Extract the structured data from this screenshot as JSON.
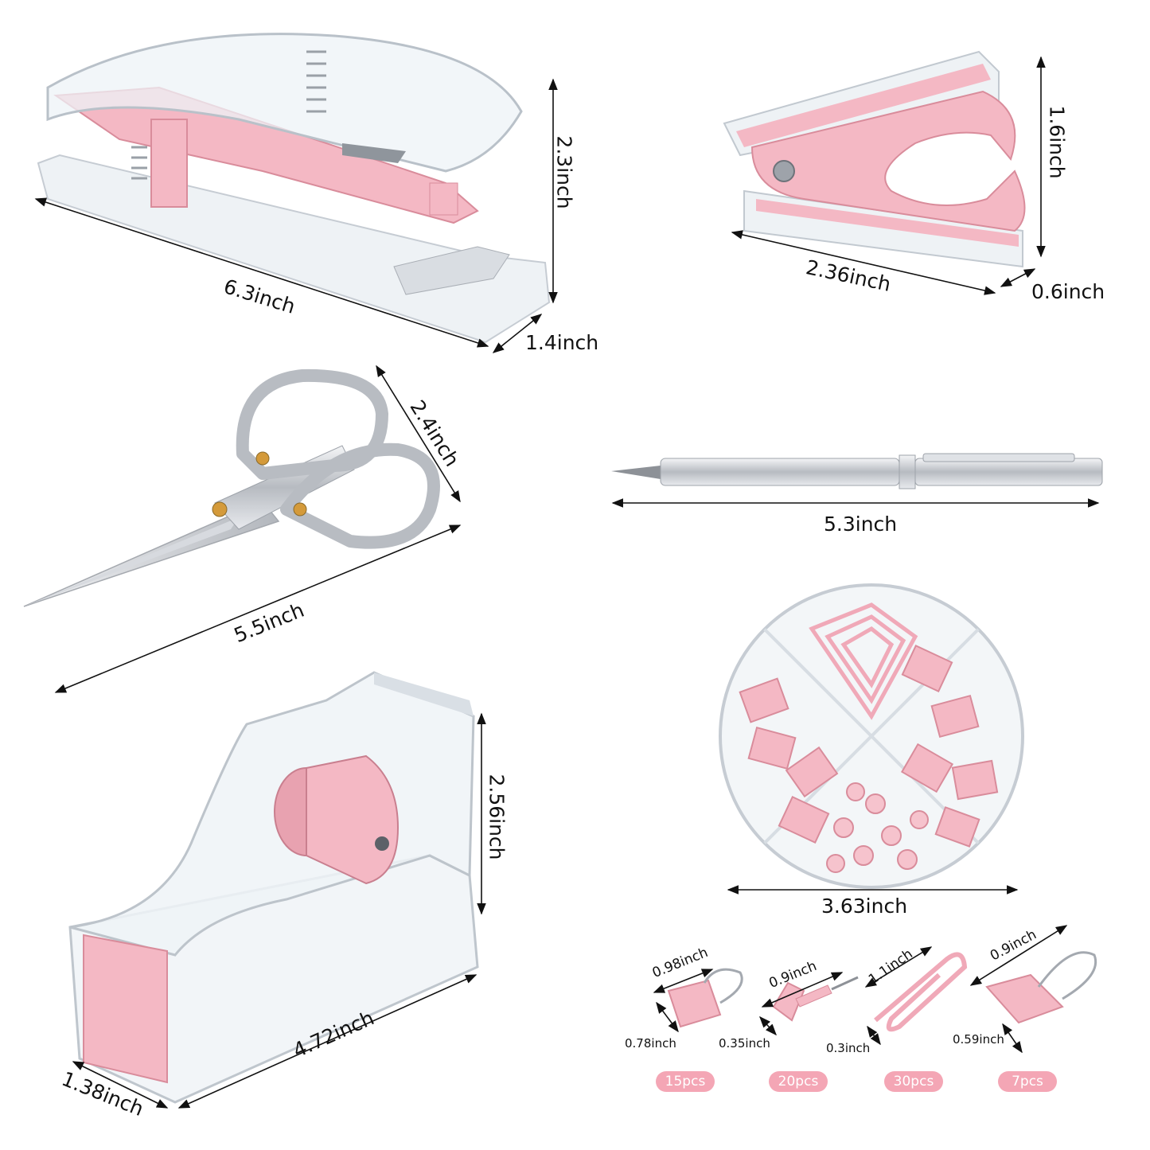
{
  "colors": {
    "pink": "#f4b8c4",
    "pink_dark": "#e89aa9",
    "acrylic": "#dfe6ec",
    "silver": "#c9ccd1",
    "badge": "#f4a6b5"
  },
  "items": {
    "stapler": {
      "length": "6.3inch",
      "height": "2.3inch",
      "depth": "1.4inch"
    },
    "staple_remover": {
      "length": "2.36inch",
      "height": "1.6inch",
      "depth": "0.6inch"
    },
    "scissors": {
      "length": "5.5inch",
      "width": "2.4inch"
    },
    "pen": {
      "length": "5.3inch"
    },
    "tape_dispenser": {
      "length": "4.72inch",
      "height": "2.56inch",
      "depth": "1.38inch"
    },
    "organizer": {
      "diameter": "3.63inch"
    },
    "binder_clip_large": {
      "width": "0.98inch",
      "height": "0.78inch",
      "count": "15pcs"
    },
    "push_pin": {
      "length": "0.9inch",
      "head": "0.35inch",
      "count": "20pcs"
    },
    "paper_clip": {
      "length": "1.1inch",
      "width": "0.3inch",
      "count": "30pcs"
    },
    "binder_clip_small": {
      "width": "0.9inch",
      "height": "0.59inch",
      "count": "7pcs"
    }
  }
}
